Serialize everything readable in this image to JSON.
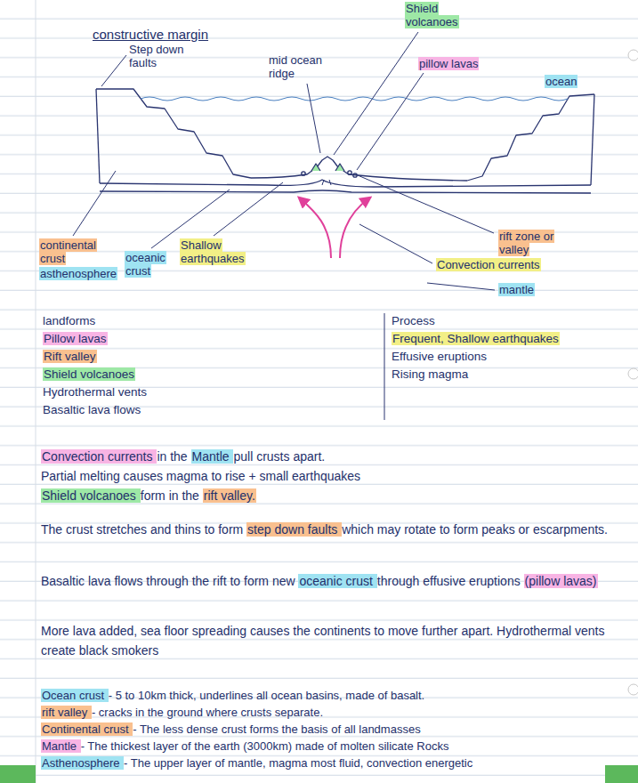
{
  "diagram": {
    "title": "constructive margin",
    "labels": [
      "Shield volcanoes",
      "Step down faults",
      "mid ocean ridge",
      "pillow lavas",
      "ocean",
      "continental crust",
      "asthenosphere",
      "oceanic crust",
      "Shallow earthquakes",
      "rift zone or valley",
      "Convection currents",
      "mantle",
      "landforms",
      "Process",
      "Pillow lavas",
      "Frequent, Shallow earthquakes",
      "Rift valley",
      "Effusive eruptions",
      "Shield volcanoes",
      "Rising magma",
      "Hydrothermal vents",
      "Basaltic lava flows",
      "Convection currents in the Mantle pull crusts apart.",
      "Partial melting causes magma to rise + small earthquakes",
      "Shield volcanoes form in the rift valley.",
      "The crust stretches and thins to form step down faults which may rotate to form peaks or escarpments.",
      "Basaltic lava flows through the rift to form new oceanic crust through effusive eruptions (pillow lavas)",
      "More lava added, sea floor spreading causes the continents to move further apart. Hydrothermal vents create black smokers",
      "Ocean crust - 5 to 10km thick, underlines all ocean basins, made of basalt.",
      "rift valley - cracks in the ground where crusts separate.",
      "Continental crust - The less dense crust forms the basis of all landmasses",
      "Mantle - The thickest layer of the earth (3000km) made of molten silicate Rocks",
      "Asthenosphere - The upper layer of mantle, magma most fluid, convection energetic"
    ]
  }
}
